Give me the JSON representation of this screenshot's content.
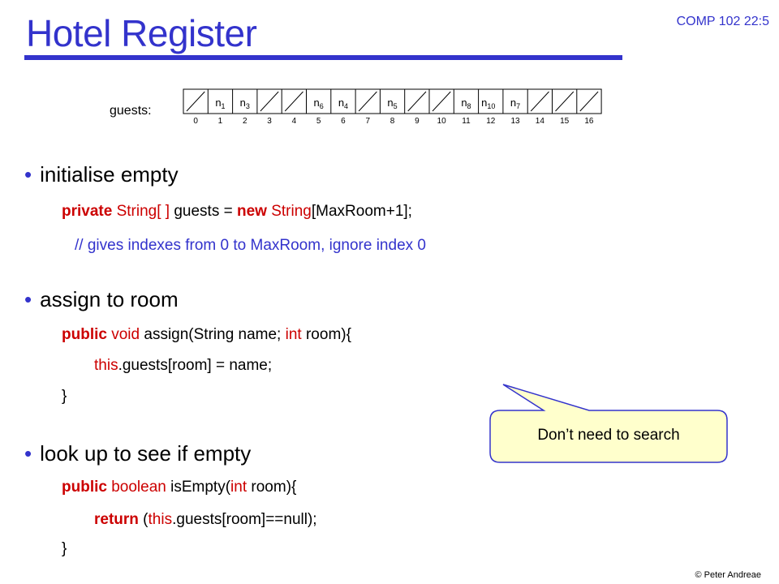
{
  "header": {
    "title": "Hotel Register",
    "course": "COMP 102 22:5"
  },
  "footer": {
    "copyright": "© Peter Andreae"
  },
  "diagram": {
    "label": "guests:",
    "cells": [
      {
        "index": "0",
        "base": "",
        "sub": ""
      },
      {
        "index": "1",
        "base": "n",
        "sub": "1"
      },
      {
        "index": "2",
        "base": "n",
        "sub": "3"
      },
      {
        "index": "3",
        "base": "",
        "sub": ""
      },
      {
        "index": "4",
        "base": "",
        "sub": ""
      },
      {
        "index": "5",
        "base": "n",
        "sub": "6"
      },
      {
        "index": "6",
        "base": "n",
        "sub": "4"
      },
      {
        "index": "7",
        "base": "",
        "sub": ""
      },
      {
        "index": "8",
        "base": "n",
        "sub": "5"
      },
      {
        "index": "9",
        "base": "",
        "sub": ""
      },
      {
        "index": "10",
        "base": "",
        "sub": ""
      },
      {
        "index": "11",
        "base": "n",
        "sub": "8"
      },
      {
        "index": "12",
        "base": "n",
        "sub": "10"
      },
      {
        "index": "13",
        "base": "n",
        "sub": "7"
      },
      {
        "index": "14",
        "base": "",
        "sub": ""
      },
      {
        "index": "15",
        "base": "",
        "sub": ""
      },
      {
        "index": "16",
        "base": "",
        "sub": ""
      }
    ]
  },
  "section1": {
    "heading": "initialise empty",
    "l1_kw": "private",
    "l1_type": "String[ ]",
    "l1_mid": " guests = ",
    "l1_kw2": "new",
    "l1_type2": "String",
    "l1_end": "[MaxRoom+1];",
    "comment": "// gives indexes from 0 to MaxRoom, ignore index 0"
  },
  "section2": {
    "heading": "assign to room",
    "l1_kw": "public",
    "l1_type": "void",
    "l1_a": " assign(String name; ",
    "l1_type2": "int",
    "l1_b": " room){",
    "l2_this": "this",
    "l2_rest": ".guests[room] = name;",
    "l3": "}"
  },
  "section3": {
    "heading": "look up to see if empty",
    "l1_kw": "public",
    "l1_type": "boolean",
    "l1_a": " isEmpty(",
    "l1_type2": "int",
    "l1_b": " room){",
    "l2_kw": "return",
    "l2_a": " (",
    "l2_this": "this",
    "l2_rest": ".guests[room]==null);",
    "l3": "}"
  },
  "callout": {
    "text": "Don’t need to search"
  }
}
